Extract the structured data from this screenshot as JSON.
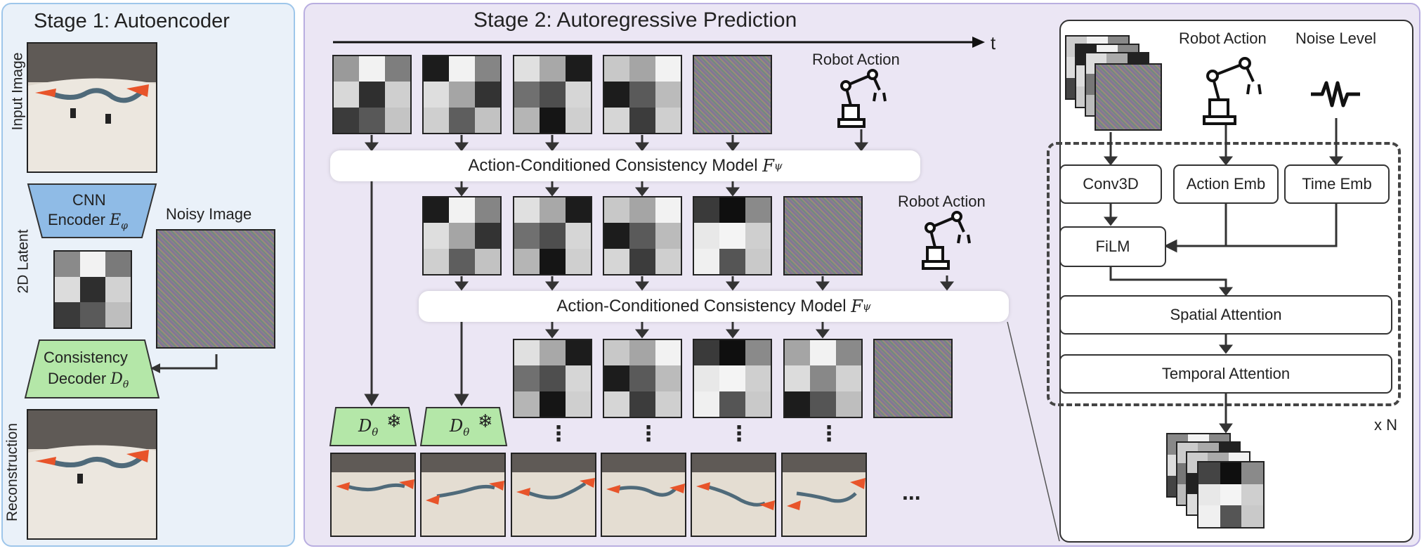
{
  "stage1": {
    "title": "Stage 1: Autoencoder",
    "input_label": "Input Image",
    "latent_label": "2D Latent",
    "recon_label": "Reconstruction",
    "encoder_line1": "CNN",
    "encoder_line2": "Encoder",
    "encoder_sym": "E",
    "encoder_sub": "φ",
    "noisy_label": "Noisy Image",
    "decoder_line1": "Consistency",
    "decoder_line2": "Decoder",
    "decoder_sym": "D",
    "decoder_sub": "θ"
  },
  "stage2": {
    "title": "Stage 2: Autoregressive Prediction",
    "time_label": "t",
    "robot_action_1": "Robot Action",
    "robot_action_2": "Robot Action",
    "model1": "Action-Conditioned Consistency Model",
    "model2": "Action-Conditioned Consistency Model",
    "model_sym": "F",
    "model_sub": "ψ",
    "dec_sym": "D",
    "dec_sub": "θ",
    "frozen_icon": "snowflake-icon",
    "dots": "⋮",
    "ellipsis": "..."
  },
  "arch": {
    "robot_action": "Robot Action",
    "noise_level": "Noise Level",
    "conv3d": "Conv3D",
    "action_emb": "Action Emb",
    "time_emb": "Time Emb",
    "film": "FiLM",
    "spatial": "Spatial Attention",
    "temporal": "Temporal Attention",
    "repeat": "x N"
  },
  "colors": {
    "stage1_bg": "#eaf1f9",
    "stage1_border": "#9ec6ea",
    "stage2_bg": "#ebe6f4",
    "stage2_border": "#b9aee0",
    "encoder": "#8fbbe6",
    "decoder": "#b4e7a8"
  }
}
